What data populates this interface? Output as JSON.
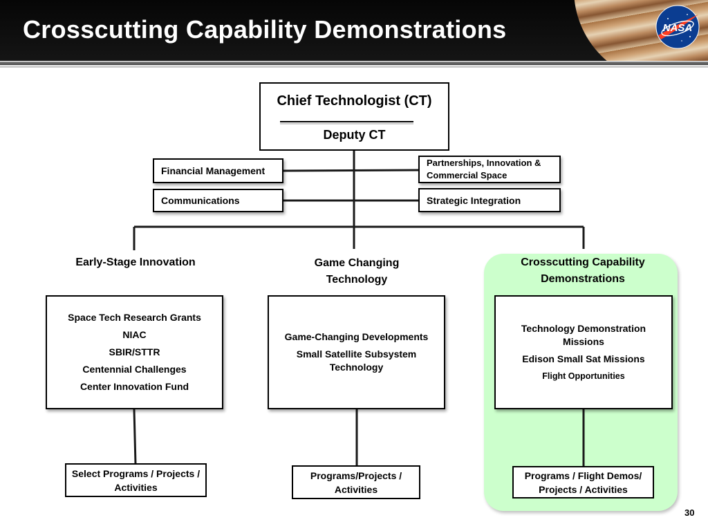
{
  "slide": {
    "title": "Crosscutting Capability Demonstrations",
    "logo_text": "NASA",
    "page_number": "30"
  },
  "org_chart": {
    "top": {
      "title": "Chief Technologist (CT)",
      "deputy": "Deputy CT"
    },
    "staff_left": [
      "Financial Management",
      "Communications"
    ],
    "staff_right": [
      "Partnerships, Innovation & Commercial Space",
      "Strategic Integration"
    ],
    "branches": [
      {
        "title": "Early-Stage Innovation",
        "items": [
          "Space Tech Research Grants",
          "NIAC",
          "SBIR/STTR",
          "Centennial Challenges",
          "Center Innovation Fund"
        ],
        "bottom": "Select Programs / Projects / Activities"
      },
      {
        "title": "Game Changing Technology",
        "items": [
          "Game-Changing Developments",
          "Small Satellite Subsystem Technology"
        ],
        "bottom": "Programs/Projects / Activities"
      },
      {
        "title": "Crosscutting Capability Demonstrations",
        "items": [
          "Technology Demonstration Missions",
          "Edison Small Sat Missions",
          "Flight Opportunities"
        ],
        "bottom": "Programs / Flight Demos/ Projects / Activities",
        "highlighted": true
      }
    ]
  },
  "colors": {
    "header_bg": "#0a0a0a",
    "highlight_panel": "#ccffcc",
    "logo_blue": "#0b3d91",
    "logo_red": "#fc3d21"
  }
}
